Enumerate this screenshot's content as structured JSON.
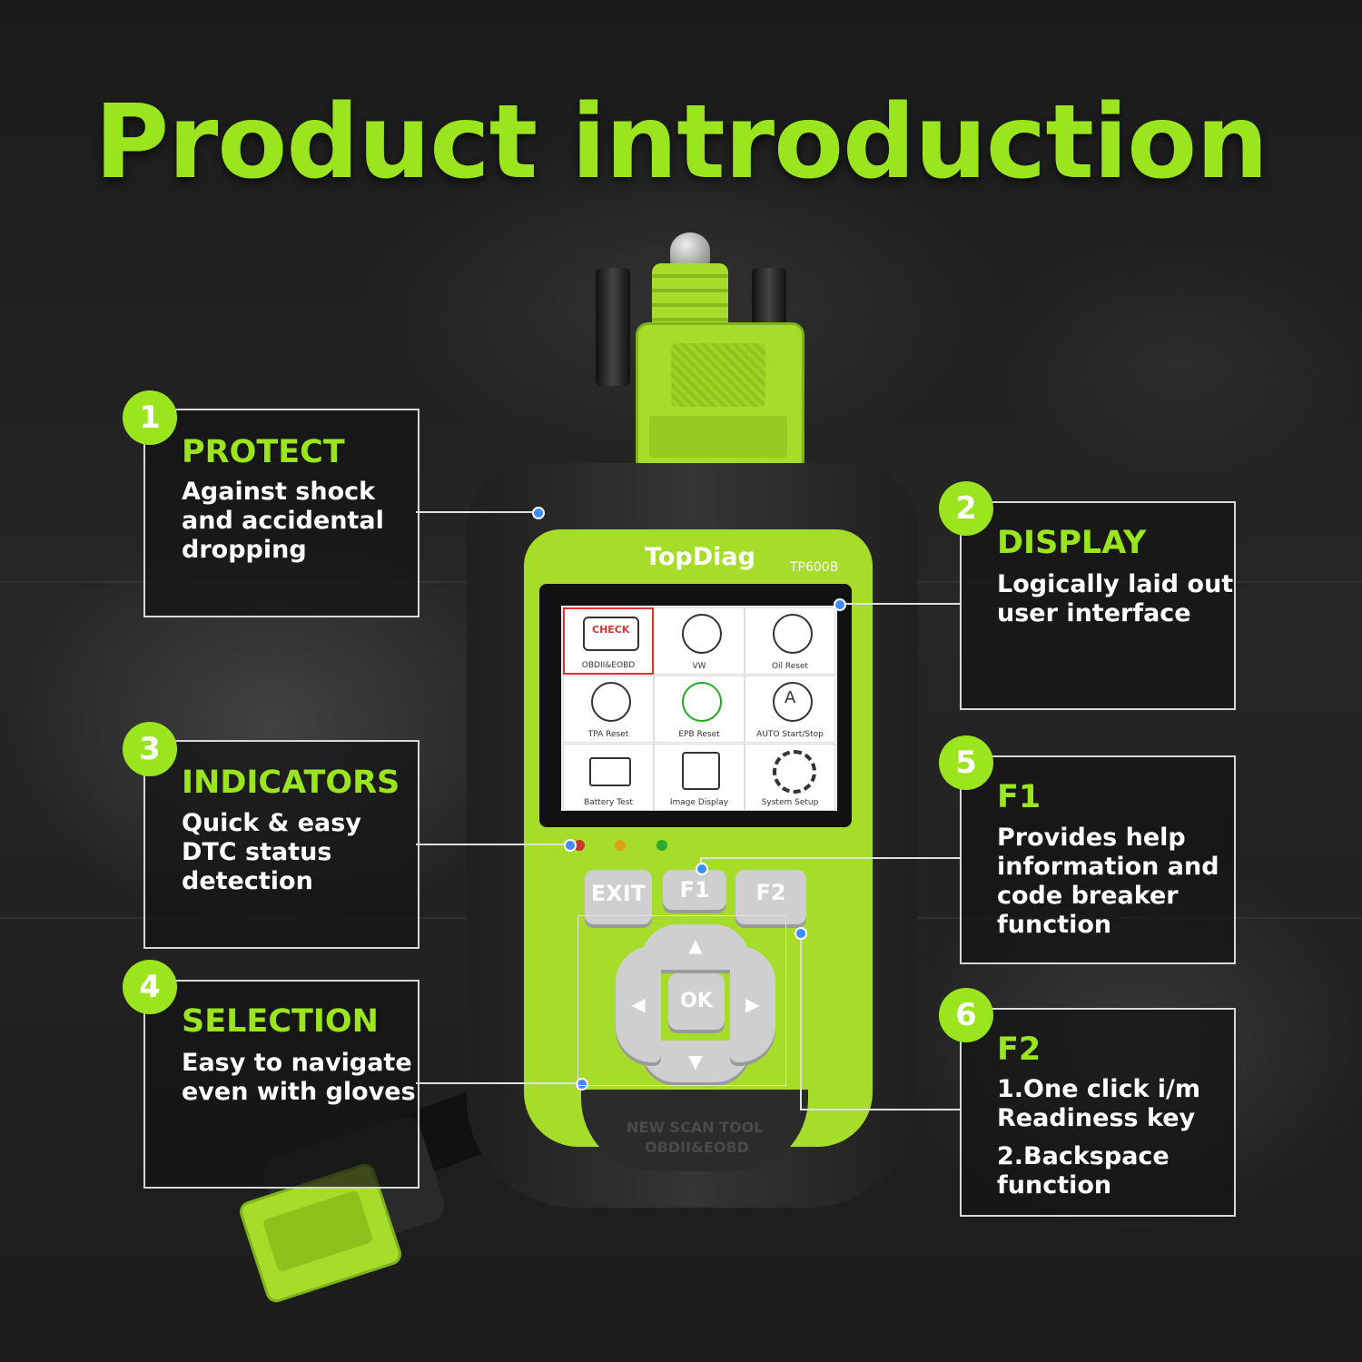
{
  "title": "Product introduction",
  "device": {
    "brand": "TopDiag",
    "model": "TP600B",
    "bottom_text_1": "NEW SCAN TOOL",
    "bottom_text_2": "OBDII&EOBD",
    "keys": {
      "exit": "EXIT",
      "f1": "F1",
      "f2": "F2",
      "ok": "OK"
    },
    "screen_tiles": [
      {
        "label": "OBDII&EOBD",
        "badge": "CHECK",
        "icon": "check-engine-icon"
      },
      {
        "label": "VW",
        "icon": "car-icon"
      },
      {
        "label": "Oil Reset",
        "icon": "oil-can-icon"
      },
      {
        "label": "TPA Reset",
        "icon": "throttle-icon"
      },
      {
        "label": "EPB Reset",
        "icon": "brake-disc-icon"
      },
      {
        "label": "AUTO Start/Stop",
        "badge": "A",
        "icon": "auto-start-stop-icon"
      },
      {
        "label": "Battery Test",
        "icon": "battery-icon"
      },
      {
        "label": "Image Display",
        "icon": "image-icon"
      },
      {
        "label": "System Setup",
        "icon": "gear-icon"
      }
    ]
  },
  "features": [
    {
      "number": "1",
      "heading": "PROTECT",
      "lines": [
        "Against shock",
        "and accidental",
        "dropping"
      ]
    },
    {
      "number": "2",
      "heading": "DISPLAY",
      "lines": [
        "Logically laid out",
        "user interface"
      ]
    },
    {
      "number": "3",
      "heading": "INDICATORS",
      "lines": [
        "Quick & easy",
        "DTC status",
        "detection"
      ]
    },
    {
      "number": "4",
      "heading": "SELECTION",
      "lines": [
        "Easy to navigate",
        "even with gloves"
      ]
    },
    {
      "number": "5",
      "heading": "F1",
      "lines": [
        "Provides help",
        "information and",
        "code breaker",
        "function"
      ]
    },
    {
      "number": "6",
      "heading": "F2",
      "lines": [
        "1.One click i/m",
        "Readiness key",
        "2.Backspace",
        "function"
      ]
    }
  ],
  "colors": {
    "accent": "#9be51e",
    "panel_border": "#d8d8d8",
    "device_body": "#2b2b2b",
    "dot": "#3a8cff"
  }
}
